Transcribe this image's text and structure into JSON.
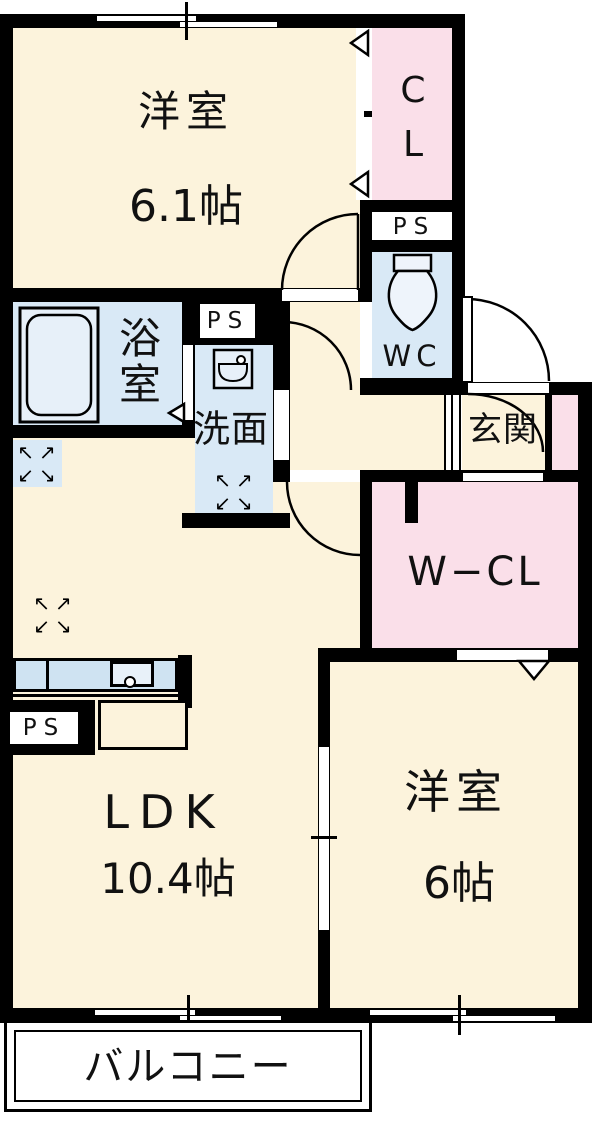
{
  "plan": {
    "type": "floorplan",
    "rooms": {
      "bedroom1": {
        "name": "洋室",
        "size": "6.1帖"
      },
      "closet_cl": {
        "name": "CL"
      },
      "ps_top": {
        "name": "PS"
      },
      "wc": {
        "name": "WC"
      },
      "bath": {
        "name": "浴室"
      },
      "ps_mid": {
        "name": "PS"
      },
      "washroom": {
        "name": "洗面"
      },
      "entrance": {
        "name": "玄関"
      },
      "walk_in_closet": {
        "name": "W−CL"
      },
      "ldk": {
        "name": "LDK",
        "size": "10.4帖"
      },
      "ps_bottom": {
        "name": "PS"
      },
      "bedroom2": {
        "name": "洋室",
        "size": "6帖"
      },
      "balcony": {
        "name": "バルコニー"
      }
    },
    "icons": {
      "expand_arrows": "↖↗↙↘"
    },
    "colors": {
      "room_cream": "#fcf3dc",
      "closet_pink": "#fadfe9",
      "wet_area_blue": "#d9e9f6",
      "counter_blue": "#cfe3f2",
      "wall_black": "#000000",
      "balcony_white": "#ffffff"
    }
  }
}
